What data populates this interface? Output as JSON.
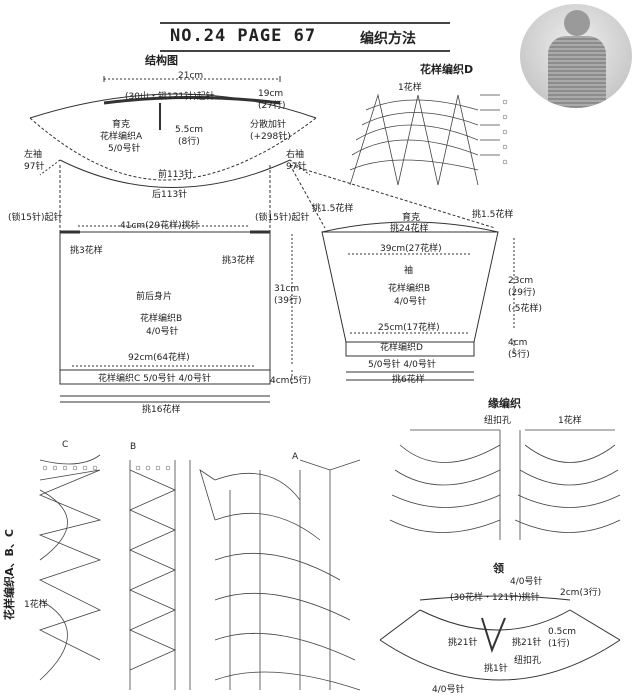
{
  "header": {
    "code": "NO.24 PAGE 67",
    "title": "编织方法"
  },
  "structure": {
    "heading": "结构图",
    "yoke": {
      "width": "21cm",
      "top_stitches": "(30山・锁121针)起针",
      "name": "育克",
      "pattern": "花样编织A",
      "hook": "5/0号针",
      "depth": "5.5cm",
      "depth_rows": "(8行)",
      "right_height": "19cm",
      "right_rows": "(27行)",
      "increase": "分散加针",
      "increase_count": "(+298针)",
      "left_sleeve": "左袖",
      "left_sleeve_count": "97针",
      "right_sleeve": "右袖",
      "right_sleeve_count": "97针",
      "front": "前113针",
      "back": "后113针"
    },
    "body": {
      "left_chain": "(锁15针)起针",
      "right_chain": "(锁15针)起针",
      "top_width": "41cm(29花样)挑针",
      "pick_left": "挑3花样",
      "pick_right": "挑3花样",
      "name": "前后身片",
      "pattern": "花样编织B",
      "hook": "4/0号针",
      "height": "31cm",
      "height_rows": "(39行)",
      "bottom_width": "92cm(64花样)",
      "border": "花样编织C 5/0号针  4/0号针",
      "border_height": "4cm(5行)",
      "hem_pick": "挑16花样"
    },
    "sleeve": {
      "pick_left": "挑1.5花样",
      "pick_right": "挑1.5花样",
      "yoke": "育克",
      "yoke_pick": "挑24花样",
      "top_width": "39cm(27花样)",
      "name": "袖",
      "pattern": "花样编织B",
      "hook": "4/0号针",
      "height": "23cm",
      "height_rows": "(29行)",
      "decrease": "(-5花样)",
      "bottom_width": "25cm(17花样)",
      "cuff_pattern": "花样编织D",
      "cuff_height": "4cm",
      "cuff_rows": "(5行)",
      "cuff_hooks": "5/0号针  4/0号针",
      "cuff_pick": "挑6花样"
    }
  },
  "pattern_d": {
    "heading": "花样编织D",
    "repeat": "1花样"
  },
  "edging": {
    "heading": "缘编织",
    "buttonhole": "纽扣孔",
    "repeat": "1花样"
  },
  "collar": {
    "heading": "领",
    "hook_top": "4/0号针",
    "stitches": "(30花样・121针)挑针",
    "height": "2cm(3行)",
    "buttonhole_size": "0.5cm",
    "buttonhole_rows": "(1行)",
    "pick_left": "挑21针",
    "pick_right": "挑21针",
    "pick_center": "挑1针",
    "buttonhole": "纽扣孔",
    "hook_bottom": "4/0号针"
  },
  "patterns_abc": {
    "title": "花样编织A、B、C",
    "label_c": "C",
    "label_b": "B",
    "label_a": "A",
    "repeat": "1花样"
  }
}
